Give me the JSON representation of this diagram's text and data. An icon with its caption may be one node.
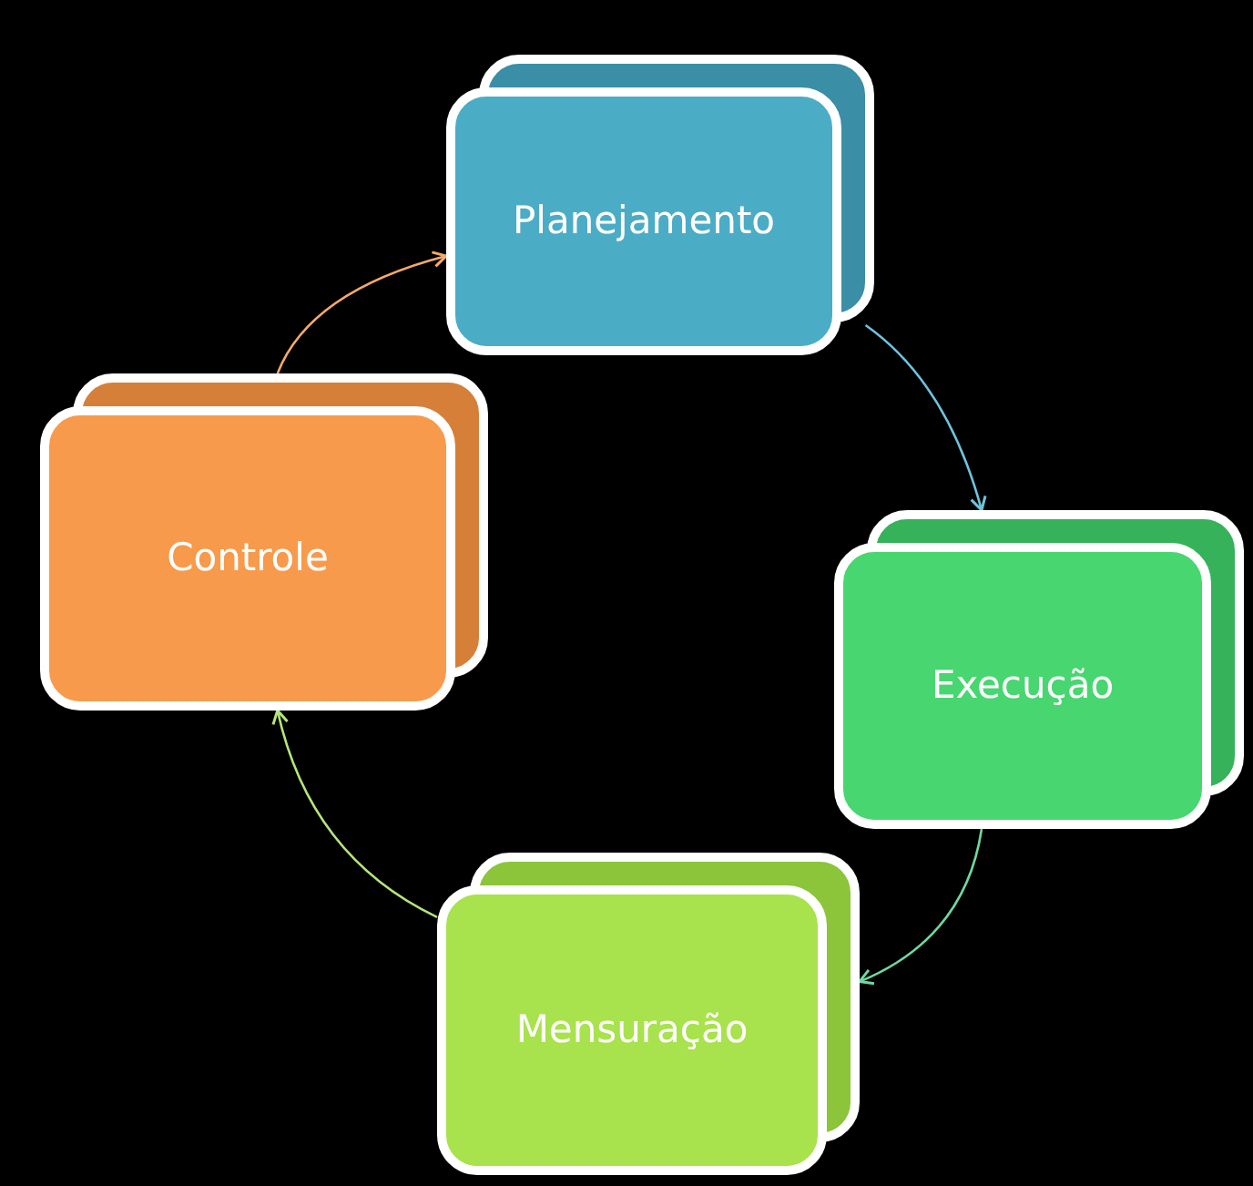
{
  "diagram": {
    "nodes": [
      {
        "text": [
          "Planejamento"
        ]
      },
      {
        "text": [
          "Execução"
        ]
      },
      {
        "text": [
          "Mensuração"
        ]
      },
      {
        "text": [
          "Controle"
        ]
      }
    ],
    "edges": [
      {
        "from": 0,
        "to": 1,
        "arrow": "to",
        "color": "#6fc3dc"
      },
      {
        "from": 1,
        "to": 2,
        "arrow": "to",
        "color": "#6fd8a0"
      },
      {
        "from": 2,
        "to": 3,
        "arrow": "to",
        "color": "#b4e67a"
      },
      {
        "from": 3,
        "to": 0,
        "arrow": "to",
        "color": "#f5a96a"
      }
    ]
  }
}
